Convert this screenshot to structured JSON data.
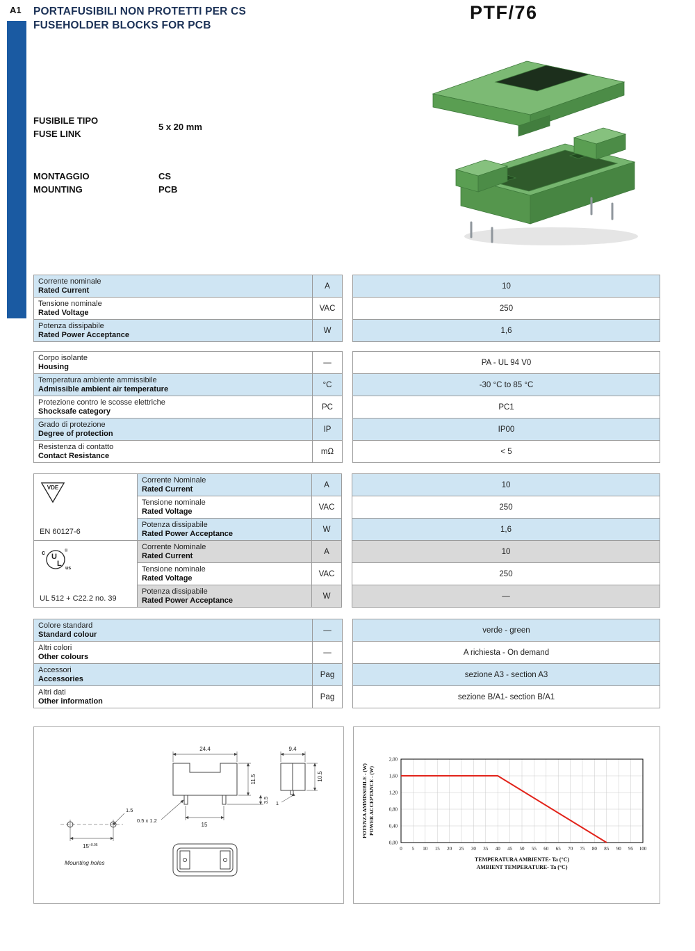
{
  "colors": {
    "section_bar": "#1a5aa2",
    "row_blue": "#cfe5f3",
    "row_gray": "#d9d9d9",
    "chart_line_red": "#e2231a",
    "product_green": "#5a9e52"
  },
  "page": {
    "section_code": "A1",
    "title_it": "PORTAFUSIBILI NON PROTETTI PER CS",
    "title_en": "FUSEHOLDER BLOCKS FOR PCB",
    "product_code": "PTF/76"
  },
  "specs": {
    "fuse_label_it": "FUSIBILE TIPO",
    "fuse_label_en": "FUSE LINK",
    "fuse_value": "5 x 20 mm",
    "mounting_label_it": "MONTAGGIO",
    "mounting_label_en": "MOUNTING",
    "mounting_value_it": "CS",
    "mounting_value_en": "PCB"
  },
  "ratings": {
    "rows": [
      {
        "label_it": "Corrente nominale",
        "label_en": "Rated Current",
        "unit": "A",
        "value": "10"
      },
      {
        "label_it": "Tensione nominale",
        "label_en": "Rated Voltage",
        "unit": "VAC",
        "value": "250"
      },
      {
        "label_it": "Potenza dissipabile",
        "label_en": "Rated Power Acceptance",
        "unit": "W",
        "value": "1,6"
      }
    ]
  },
  "characteristics": {
    "rows": [
      {
        "label_it": "Corpo isolante",
        "label_en": "Housing",
        "unit": "—",
        "value": "PA - UL 94 V0"
      },
      {
        "label_it": "Temperatura ambiente ammissibile",
        "label_en": "Admissible ambient air temperature",
        "unit": "°C",
        "value": "-30 °C to 85 °C"
      },
      {
        "label_it": "Protezione contro le scosse elettriche",
        "label_en": "Shocksafe category",
        "unit": "PC",
        "value": "PC1"
      },
      {
        "label_it": "Grado di protezione",
        "label_en": "Degree of protection",
        "unit": "IP",
        "value": "IP00"
      },
      {
        "label_it": "Resistenza di contatto",
        "label_en": "Contact Resistance",
        "unit": "mΩ",
        "value": "< 5"
      }
    ]
  },
  "approvals": {
    "vde": {
      "logo": "vde-triangle-logo",
      "standard": "EN 60127-6",
      "rows": [
        {
          "label_it": "Corrente Nominale",
          "label_en": "Rated Current",
          "unit": "A",
          "value": "10"
        },
        {
          "label_it": "Tensione nominale",
          "label_en": "Rated Voltage",
          "unit": "VAC",
          "value": "250"
        },
        {
          "label_it": "Potenza dissipabile",
          "label_en": "Rated Power Acceptance",
          "unit": "W",
          "value": "1,6"
        }
      ]
    },
    "ul": {
      "logo": "cul-us-logo",
      "standard": "UL 512 + C22.2 no. 39",
      "rows": [
        {
          "label_it": "Corrente Nominale",
          "label_en": "Rated Current",
          "unit": "A",
          "value": "10"
        },
        {
          "label_it": "Tensione nominale",
          "label_en": "Rated Voltage",
          "unit": "VAC",
          "value": "250"
        },
        {
          "label_it": "Potenza dissipabile",
          "label_en": "Rated Power Acceptance",
          "unit": "W",
          "value": "—"
        }
      ]
    }
  },
  "other": {
    "rows": [
      {
        "label_it": "Colore standard",
        "label_en": "Standard colour",
        "unit": "—",
        "value": "verde - green"
      },
      {
        "label_it": "Altri colori",
        "label_en": "Other colours",
        "unit": "—",
        "value": "A richiesta - On demand"
      },
      {
        "label_it": "Accessori",
        "label_en": "Accessories",
        "unit": "Pag",
        "value": "sezione A3 - section A3"
      },
      {
        "label_it": "Altri dati",
        "label_en": "Other information",
        "unit": "Pag",
        "value": "sezione B/A1- section B/A1"
      }
    ]
  },
  "drawing": {
    "caption": "Mounting holes",
    "dims": {
      "body_width": "24.4",
      "side_width": "9.4",
      "body_height": "11.5",
      "side_height": "10.5",
      "pin_length": "3.5",
      "pin_pitch": "15",
      "pin_section": "0.5 x 1.2",
      "hole_diameter": "1.5",
      "hole_pitch": "15",
      "hole_pitch_tol": "+0.05",
      "side_pin_length": "1"
    }
  },
  "chart_data": {
    "type": "line",
    "title": "",
    "xlabel_line1": "TEMPERATURA AMBIENTE- Ta (°C)",
    "xlabel_line2": "AMBIENT TEMPERATURE- Ta (°C)",
    "ylabel_line1": "POTENZA AMMISSIBILE - (W)",
    "ylabel_line2": "POWER ACCEPTANCE - (W)",
    "xlim": [
      0,
      100
    ],
    "ylim": [
      0,
      2
    ],
    "x_ticks": [
      0,
      5,
      10,
      15,
      20,
      25,
      30,
      35,
      40,
      45,
      50,
      55,
      60,
      65,
      70,
      75,
      80,
      85,
      90,
      95,
      100
    ],
    "y_ticks": [
      0,
      0.4,
      0.8,
      1.2,
      1.6,
      2
    ],
    "y_tick_labels": [
      "0,00",
      "0,40",
      "0,80",
      "1,20",
      "1,60",
      "2,00"
    ],
    "grid": true,
    "legend": null,
    "series": [
      {
        "name": "power-acceptance-derating",
        "color": "#e2231a",
        "points": [
          [
            0,
            1.6
          ],
          [
            40,
            1.6
          ],
          [
            85,
            0
          ]
        ]
      }
    ]
  }
}
